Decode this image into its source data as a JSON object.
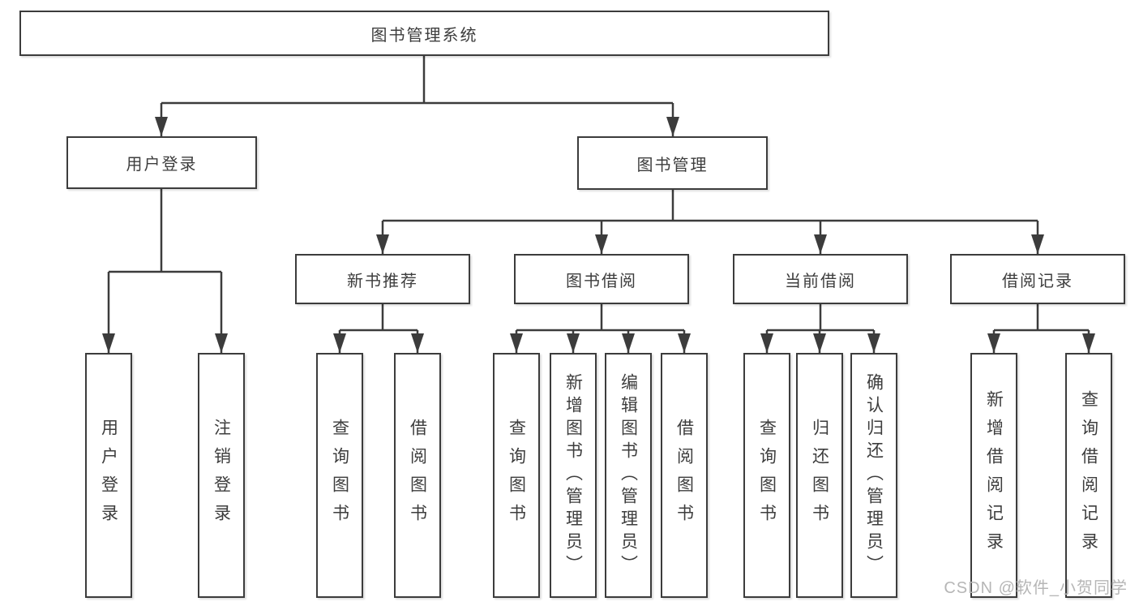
{
  "diagram": {
    "root": {
      "label": "图书管理系统"
    },
    "level2": [
      {
        "label": "用户登录"
      },
      {
        "label": "图书管理"
      }
    ],
    "level3": [
      {
        "label": "新书推荐"
      },
      {
        "label": "图书借阅"
      },
      {
        "label": "当前借阅"
      },
      {
        "label": "借阅记录"
      }
    ],
    "leaves": [
      {
        "label": "用户登录"
      },
      {
        "label": "注销登录"
      },
      {
        "label": "查询图书"
      },
      {
        "label": "借阅图书"
      },
      {
        "label": "查询图书"
      },
      {
        "label": "新增图书（管理员）"
      },
      {
        "label": "编辑图书（管理员）"
      },
      {
        "label": "借阅图书"
      },
      {
        "label": "查询图书"
      },
      {
        "label": "归还图书"
      },
      {
        "label": "确认归还（管理员）"
      },
      {
        "label": "新增借阅记录"
      },
      {
        "label": "查询借阅记录"
      }
    ]
  },
  "watermark": {
    "text": "CSDN @软件_小贺同学"
  },
  "colors": {
    "line": "#3c3c3c",
    "text": "#3d3d3d",
    "box_bg": "#ffffff",
    "background": "#ffffff",
    "watermark": "#b6b6b6"
  }
}
